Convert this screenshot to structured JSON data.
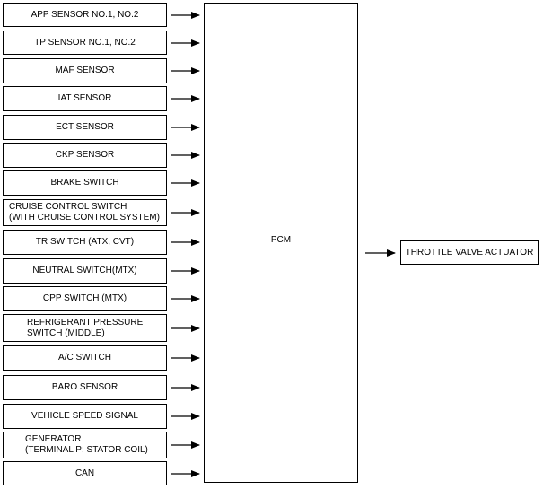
{
  "inputs": [
    {
      "id": "app",
      "label": "APP SENSOR NO.1, NO.2"
    },
    {
      "id": "tp",
      "label": "TP SENSOR NO.1, NO.2"
    },
    {
      "id": "maf",
      "label": "MAF SENSOR"
    },
    {
      "id": "iat",
      "label": "IAT SENSOR"
    },
    {
      "id": "ect",
      "label": "ECT SENSOR"
    },
    {
      "id": "ckp",
      "label": "CKP SENSOR"
    },
    {
      "id": "brake",
      "label": "BRAKE SWITCH"
    },
    {
      "id": "cruise",
      "label": "CRUISE CONTROL SWITCH\n(WITH CRUISE CONTROL SYSTEM)"
    },
    {
      "id": "tr",
      "label": "TR SWITCH (ATX, CVT)"
    },
    {
      "id": "neutral",
      "label": "NEUTRAL SWITCH(MTX)"
    },
    {
      "id": "cpp",
      "label": "CPP SWITCH (MTX)"
    },
    {
      "id": "refrig",
      "label": "REFRIGERANT PRESSURE\nSWITCH (MIDDLE)"
    },
    {
      "id": "ac",
      "label": "A/C SWITCH"
    },
    {
      "id": "baro",
      "label": "BARO SENSOR"
    },
    {
      "id": "vss",
      "label": "VEHICLE SPEED SIGNAL"
    },
    {
      "id": "gen",
      "label": "GENERATOR\n(TERMINAL P: STATOR COIL)"
    },
    {
      "id": "can",
      "label": "CAN"
    }
  ],
  "controller": {
    "label": "PCM"
  },
  "output": {
    "label": "THROTTLE VALVE ACTUATOR"
  }
}
